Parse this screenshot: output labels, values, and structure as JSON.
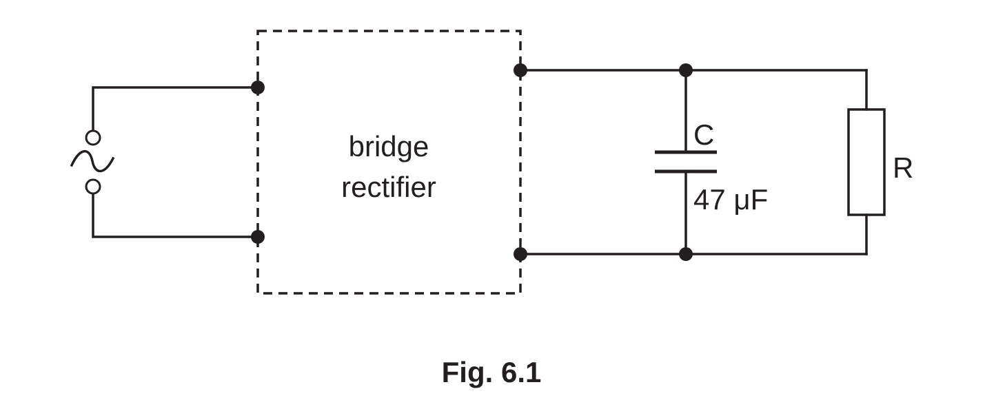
{
  "diagram": {
    "block_label_line1": "bridge",
    "block_label_line2": "rectifier",
    "capacitor_name": "C",
    "capacitor_value": "47 μF",
    "resistor_name": "R",
    "caption": "Fig. 6.1"
  },
  "colors": {
    "ink": "#231f20",
    "background": "#ffffff"
  }
}
